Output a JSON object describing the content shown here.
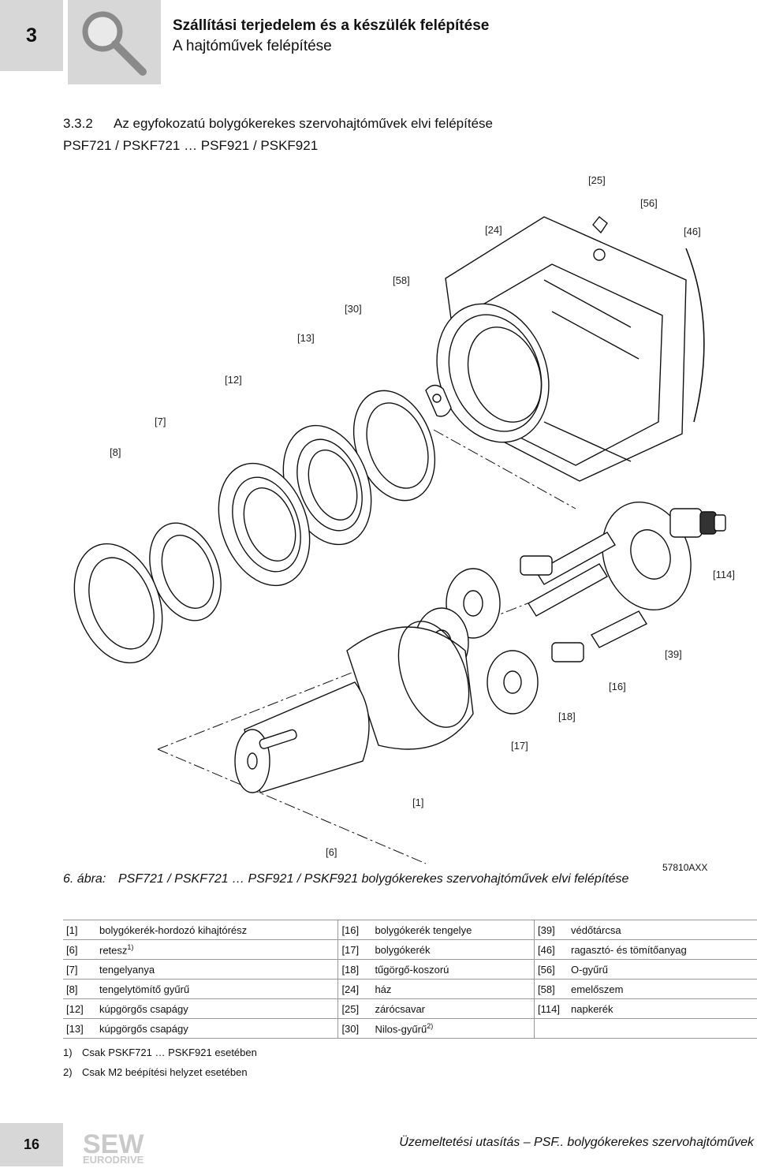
{
  "header": {
    "chapter_number": "3",
    "title": "Szállítási terjedelem és a készülék felépítése",
    "subtitle": "A hajtóművek felépítése"
  },
  "section": {
    "number": "3.3.2",
    "title": "Az egyfokozatú bolygókerekes szervohajtóművek elvi felépítése",
    "subtitle": "PSF721 / PSKF721 … PSF921 / PSKF921"
  },
  "callouts": {
    "c25": "[25]",
    "c56": "[56]",
    "c24": "[24]",
    "c46": "[46]",
    "c58": "[58]",
    "c30": "[30]",
    "c13": "[13]",
    "c12": "[12]",
    "c7": "[7]",
    "c8": "[8]",
    "c114": "[114]",
    "c39": "[39]",
    "c16": "[16]",
    "c18": "[18]",
    "c17": "[17]",
    "c1": "[1]",
    "c6": "[6]"
  },
  "figure": {
    "label": "6. ábra:",
    "caption": "PSF721 / PSKF721 … PSF921 / PSKF921 bolygókerekes szervohajtóművek elvi felépítése",
    "code": "57810AXX"
  },
  "legend": [
    [
      {
        "n": "[1]",
        "t": "bolygókerék-hordozó kihajtórész"
      },
      {
        "n": "[16]",
        "t": "bolygókerék tengelye"
      },
      {
        "n": "[39]",
        "t": "védőtárcsa"
      }
    ],
    [
      {
        "n": "[6]",
        "t": "retesz",
        "s": "1)"
      },
      {
        "n": "[17]",
        "t": "bolygókerék"
      },
      {
        "n": "[46]",
        "t": "ragasztó- és tömítőanyag"
      }
    ],
    [
      {
        "n": "[7]",
        "t": "tengelyanya"
      },
      {
        "n": "[18]",
        "t": "tűgörgő-koszorú"
      },
      {
        "n": "[56]",
        "t": "O-gyűrű"
      }
    ],
    [
      {
        "n": "[8]",
        "t": "tengelytömítő gyűrű"
      },
      {
        "n": "[24]",
        "t": "ház"
      },
      {
        "n": "[58]",
        "t": "emelőszem"
      }
    ],
    [
      {
        "n": "[12]",
        "t": "kúpgörgős csapágy"
      },
      {
        "n": "[25]",
        "t": "zárócsavar"
      },
      {
        "n": "[114]",
        "t": "napkerék"
      }
    ],
    [
      {
        "n": "[13]",
        "t": "kúpgörgős csapágy"
      },
      {
        "n": "[30]",
        "t": "Nilos-gyűrű",
        "s": "2)"
      },
      {
        "n": "",
        "t": ""
      }
    ]
  ],
  "footnotes": [
    {
      "n": "1)",
      "t": "Csak PSKF721 … PSKF921 esetében"
    },
    {
      "n": "2)",
      "t": "Csak M2 beépítési helyzet esetében"
    }
  ],
  "footer": {
    "page_number": "16",
    "logo_top": "SEW",
    "logo_bottom": "EURODRIVE",
    "text": "Üzemeltetési utasítás – PSF.. bolygókerekes szervohajtóművek"
  }
}
